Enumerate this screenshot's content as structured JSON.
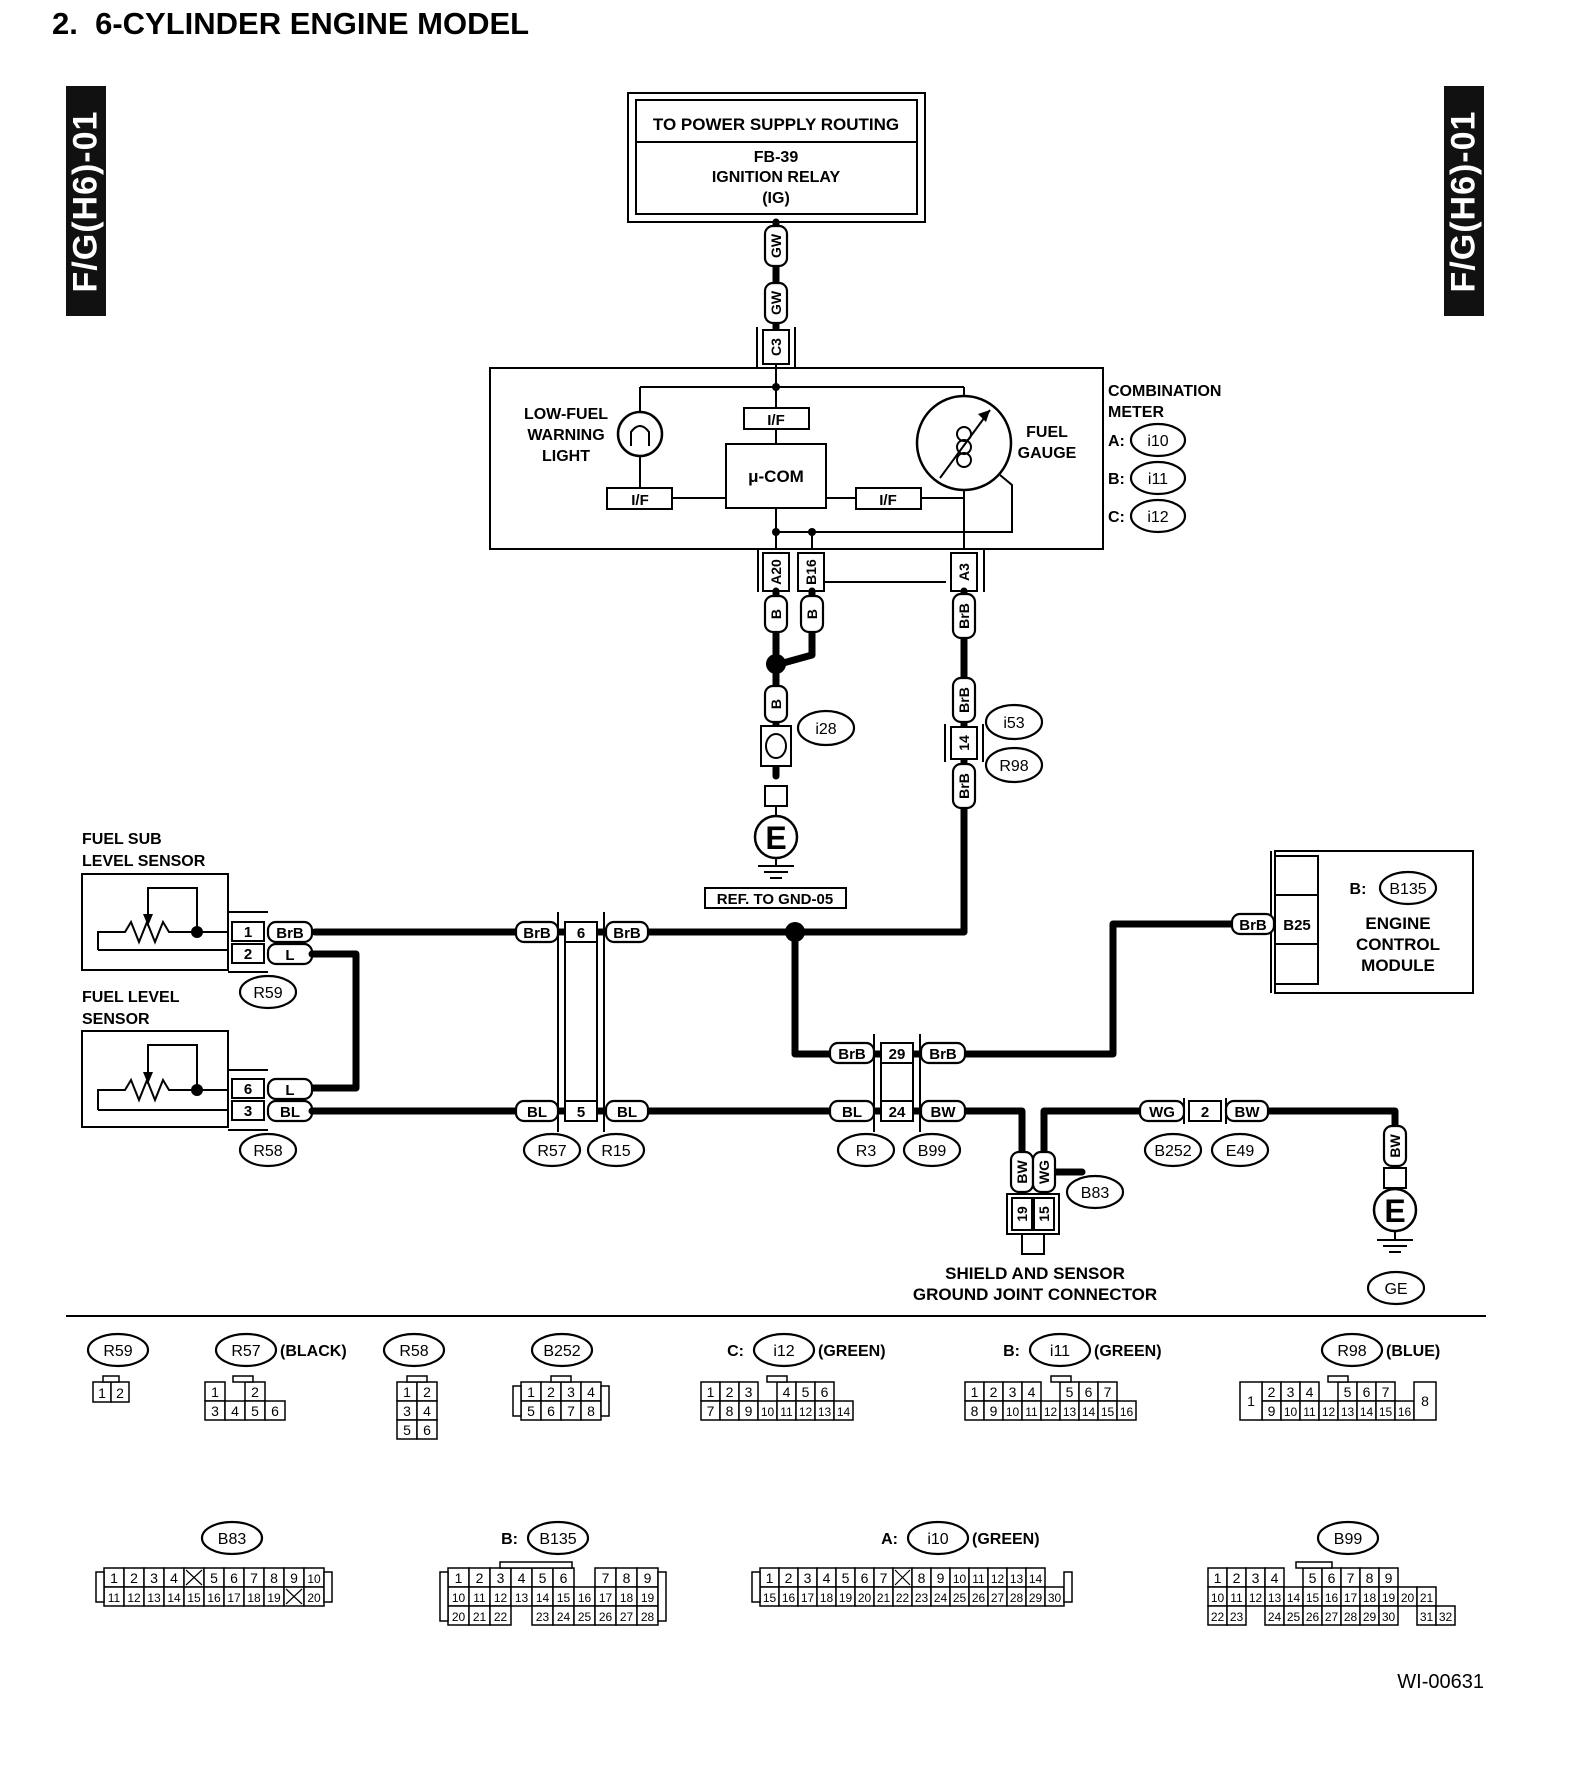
{
  "header": {
    "title": "2.  6-CYLINDER ENGINE MODEL"
  },
  "side_tab": {
    "label": "F/G(H6)-01"
  },
  "power_box": {
    "line1": "TO POWER SUPPLY ROUTING",
    "line2": "FB-39",
    "line3": "IGNITION RELAY",
    "line4": "(IG)"
  },
  "wire_colors": {
    "gw": "GW",
    "b": "B",
    "brb": "BrB",
    "l": "L",
    "bl": "BL",
    "bw": "BW",
    "wg": "WG"
  },
  "meter": {
    "title1": "COMBINATION",
    "title2": "METER",
    "conn_a_prefix": "A:",
    "conn_a": "i10",
    "conn_b_prefix": "B:",
    "conn_b": "i11",
    "conn_c_prefix": "C:",
    "conn_c": "i12",
    "lowfuel1": "LOW-FUEL",
    "lowfuel2": "WARNING",
    "lowfuel3": "LIGHT",
    "gauge1": "FUEL",
    "gauge2": "GAUGE",
    "if": "I/F",
    "mcom": "μ-COM",
    "pin_c3": "C3",
    "pin_a20": "A20",
    "pin_b16": "B16",
    "pin_a3": "A3"
  },
  "ground": {
    "i28": "i28",
    "e": "E",
    "ref": "REF. TO GND-05"
  },
  "i53": {
    "label": "i53",
    "r98": "R98",
    "pin": "14"
  },
  "sub_sensor": {
    "title1": "FUEL SUB",
    "title2": "LEVEL SENSOR",
    "pin1": "1",
    "pin2": "2",
    "conn": "R59"
  },
  "level_sensor": {
    "title1": "FUEL LEVEL",
    "title2": "SENSOR",
    "pin6": "6",
    "pin3": "3",
    "conn": "R58"
  },
  "r57": {
    "pin6": "6",
    "pin5": "5",
    "conn1": "R57",
    "conn2": "R15"
  },
  "r3": {
    "pin29": "29",
    "pin24": "24",
    "conn1": "R3",
    "conn2": "B99"
  },
  "ecm": {
    "prefix": "B:",
    "conn": "B135",
    "pin": "B25",
    "line1": "ENGINE",
    "line2": "CONTROL",
    "line3": "MODULE"
  },
  "b252": {
    "pin": "2",
    "conn1": "B252",
    "conn2": "E49"
  },
  "b83": {
    "conn": "B83",
    "pin19": "19",
    "pin15": "15",
    "caption1": "SHIELD AND SENSOR",
    "caption2": "GROUND JOINT CONNECTOR"
  },
  "ge": {
    "e": "E",
    "label": "GE"
  },
  "legend": {
    "r59": {
      "name": "R59",
      "rows": [
        [
          "1",
          "2"
        ]
      ]
    },
    "r57": {
      "name": "R57",
      "suffix": "(BLACK)",
      "rows": [
        [
          "1",
          "",
          "2"
        ],
        [
          "3",
          "4",
          "5",
          "6"
        ]
      ]
    },
    "r58": {
      "name": "R58",
      "rows": [
        [
          "1",
          "2"
        ],
        [
          "3",
          "4"
        ],
        [
          "5",
          "6"
        ]
      ]
    },
    "b252": {
      "name": "B252",
      "rows": [
        [
          "1",
          "2",
          "3",
          "4"
        ],
        [
          "5",
          "6",
          "7",
          "8"
        ]
      ]
    },
    "i12": {
      "prefix": "C:",
      "name": "i12",
      "suffix": "(GREEN)",
      "rows": [
        [
          "1",
          "2",
          "3",
          "",
          "4",
          "5",
          "6"
        ],
        [
          "7",
          "8",
          "9",
          "10",
          "11",
          "12",
          "13",
          "14"
        ]
      ]
    },
    "i11": {
      "prefix": "B:",
      "name": "i11",
      "suffix": "(GREEN)",
      "rows": [
        [
          "1",
          "2",
          "3",
          "4",
          "",
          "5",
          "6",
          "7"
        ],
        [
          "8",
          "9",
          "10",
          "11",
          "12",
          "13",
          "14",
          "15",
          "16"
        ]
      ]
    },
    "r98": {
      "name": "R98",
      "suffix": "(BLUE)",
      "left": "1",
      "right": "8",
      "rows": [
        [
          "2",
          "3",
          "4",
          "",
          "5",
          "6",
          "7"
        ],
        [
          "9",
          "10",
          "11",
          "12",
          "13",
          "14",
          "15",
          "16"
        ]
      ]
    },
    "b83": {
      "name": "B83",
      "rows": [
        [
          "1",
          "2",
          "3",
          "4",
          "X",
          "5",
          "6",
          "7",
          "8",
          "9",
          "10"
        ],
        [
          "11",
          "12",
          "13",
          "14",
          "15",
          "16",
          "17",
          "18",
          "19",
          "X",
          "20"
        ]
      ]
    },
    "b135": {
      "prefix": "B:",
      "name": "B135",
      "rows": [
        [
          "1",
          "2",
          "3",
          "4",
          "5",
          "6",
          "",
          "7",
          "8",
          "9"
        ],
        [
          "10",
          "11",
          "12",
          "13",
          "14",
          "15",
          "16",
          "17",
          "18",
          "19"
        ],
        [
          "20",
          "21",
          "22",
          "",
          "23",
          "24",
          "25",
          "26",
          "27",
          "28"
        ]
      ]
    },
    "i10": {
      "prefix": "A:",
      "name": "i10",
      "suffix": "(GREEN)",
      "rows": [
        [
          "1",
          "2",
          "3",
          "4",
          "5",
          "6",
          "7",
          "X",
          "8",
          "9",
          "10",
          "11",
          "12",
          "13",
          "14"
        ],
        [
          "15",
          "16",
          "17",
          "18",
          "19",
          "20",
          "21",
          "22",
          "23",
          "24",
          "25",
          "26",
          "27",
          "28",
          "29",
          "30"
        ]
      ]
    },
    "b99": {
      "name": "B99",
      "rows": [
        [
          "1",
          "2",
          "3",
          "4",
          "",
          "5",
          "6",
          "7",
          "8",
          "9"
        ],
        [
          "10",
          "11",
          "12",
          "13",
          "14",
          "15",
          "16",
          "17",
          "18",
          "19",
          "20",
          "21"
        ],
        [
          "22",
          "23",
          "",
          "24",
          "25",
          "26",
          "27",
          "28",
          "29",
          "30",
          "",
          "31",
          "32"
        ]
      ]
    }
  },
  "footer": {
    "code": "WI-00631"
  }
}
